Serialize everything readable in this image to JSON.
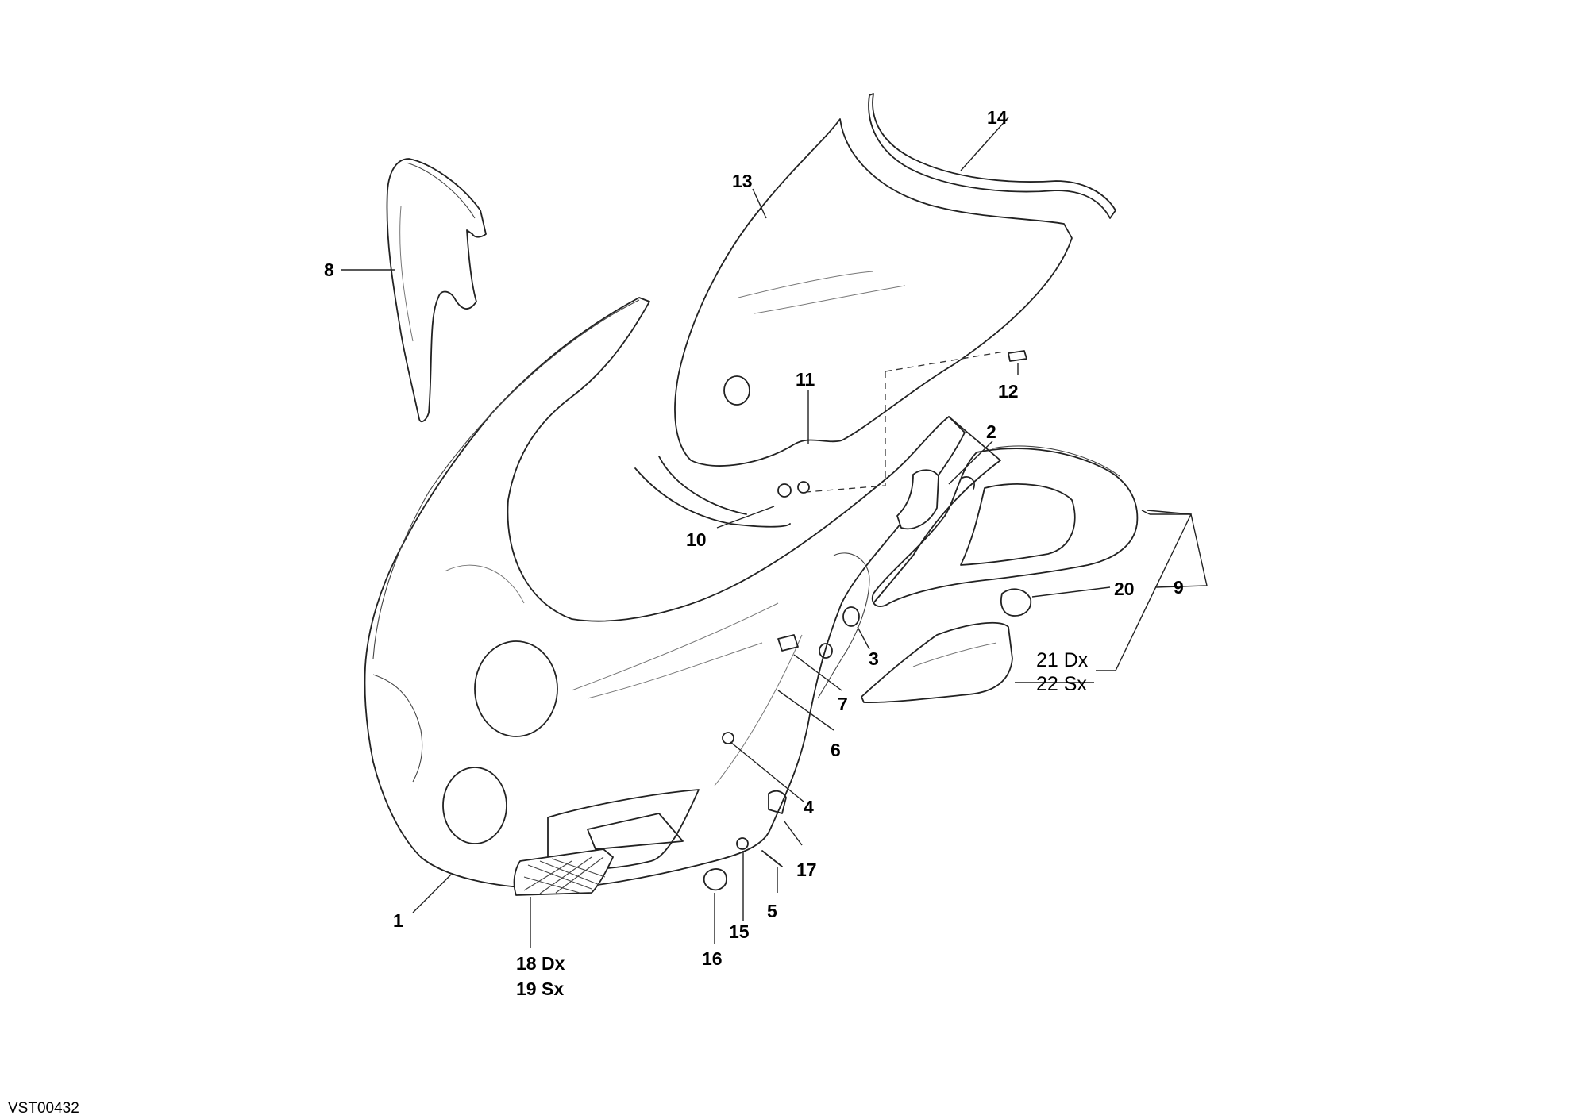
{
  "document_code": "VST00432",
  "callouts": {
    "c1": "1",
    "c2": "2",
    "c3": "3",
    "c4": "4",
    "c5": "5",
    "c6": "6",
    "c7": "7",
    "c8": "8",
    "c9": "9",
    "c10": "10",
    "c11": "11",
    "c12": "12",
    "c13": "13",
    "c14": "14",
    "c15": "15",
    "c16": "16",
    "c17": "17",
    "c18": "18 Dx",
    "c19": "19 Sx",
    "c20": "20",
    "c21": "21 Dx",
    "c22": "22 Sx"
  }
}
